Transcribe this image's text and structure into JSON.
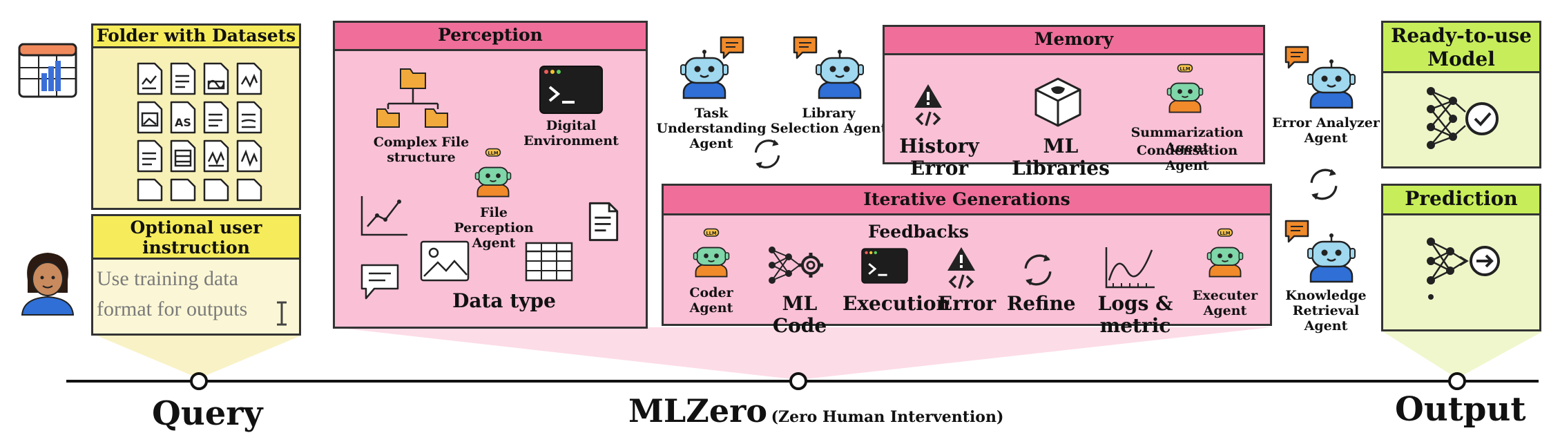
{
  "query": {
    "folder_title": "Folder with Datasets",
    "optional_title": "Optional user instruction",
    "instruction_text": "Use training data format for outputs"
  },
  "perception": {
    "title": "Perception",
    "complex_file": "Complex File structure",
    "digital_env": "Digital Environment",
    "file_agent": "File Perception Agent",
    "data_type": "Data type"
  },
  "agents_top": {
    "task": "Task Understanding Agent",
    "library": "Library Selection Agent"
  },
  "memory": {
    "title": "Memory",
    "history_error": "History Error",
    "ml_libraries": "ML Libraries",
    "summarization": "Summarization Agent",
    "condensation": "Condensation Agent"
  },
  "iterative": {
    "title": "Iterative Generations",
    "feedbacks": "Feedbacks",
    "coder": "Coder Agent",
    "ml_code": "ML Code",
    "execution": "Execution",
    "error": "Error",
    "refine": "Refine",
    "logs": "Logs & metric",
    "executer": "Executer Agent"
  },
  "right_agents": {
    "error_analyzer": "Error Analyzer Agent",
    "knowledge": "Knowledge Retrieval Agent"
  },
  "output": {
    "ready_title": "Ready-to-use Model",
    "prediction_title": "Prediction"
  },
  "timeline": {
    "query": "Query",
    "mlzero": "MLZero",
    "mlzero_sub": "(Zero Human Intervention)",
    "output": "Output"
  },
  "llm_badge": "LLM",
  "colors": {
    "yellow": "#f6ec5b",
    "pink": "#ef6f9a",
    "pink_light": "#f9c0d6",
    "green": "#c7ee5a",
    "robot": "#9fd8ef"
  }
}
